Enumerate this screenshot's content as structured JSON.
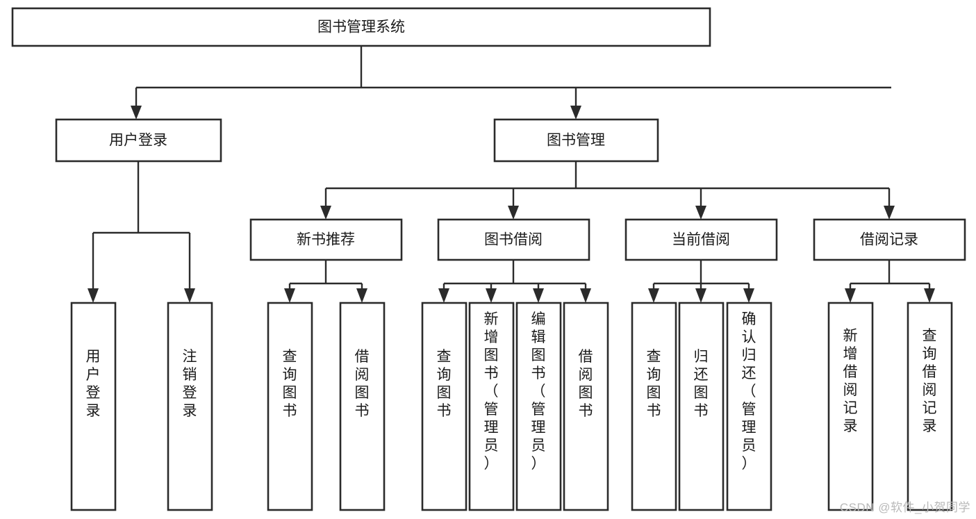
{
  "diagram": {
    "title": "图书管理系统",
    "type": "functional-structure-tree",
    "root": {
      "id": "root",
      "label": "图书管理系统"
    },
    "level2": [
      {
        "id": "user-login",
        "label": "用户登录"
      },
      {
        "id": "book-manage",
        "label": "图书管理"
      }
    ],
    "level3": [
      {
        "id": "new-book-recommend",
        "label": "新书推荐",
        "parent": "book-manage"
      },
      {
        "id": "book-borrow",
        "label": "图书借阅",
        "parent": "book-manage"
      },
      {
        "id": "current-borrow",
        "label": "当前借阅",
        "parent": "book-manage"
      },
      {
        "id": "borrow-record",
        "label": "借阅记录",
        "parent": "book-manage"
      }
    ],
    "leaves": [
      {
        "id": "leaf-user-login",
        "label": "用户登录",
        "parent": "user-login"
      },
      {
        "id": "leaf-user-logout",
        "label": "注销登录",
        "parent": "user-login"
      },
      {
        "id": "leaf-query-book-1",
        "label": "查询图书",
        "parent": "new-book-recommend"
      },
      {
        "id": "leaf-borrow-book-1",
        "label": "借阅图书",
        "parent": "new-book-recommend"
      },
      {
        "id": "leaf-query-book-2",
        "label": "查询图书",
        "parent": "book-borrow"
      },
      {
        "id": "leaf-add-book",
        "label": "新增图书（管理员）",
        "parent": "book-borrow"
      },
      {
        "id": "leaf-edit-book",
        "label": "编辑图书（管理员）",
        "parent": "book-borrow"
      },
      {
        "id": "leaf-borrow-book-2",
        "label": "借阅图书",
        "parent": "book-borrow"
      },
      {
        "id": "leaf-query-book-3",
        "label": "查询图书",
        "parent": "current-borrow"
      },
      {
        "id": "leaf-return-book",
        "label": "归还图书",
        "parent": "current-borrow"
      },
      {
        "id": "leaf-confirm-return",
        "label": "确认归还（管理员）",
        "parent": "current-borrow"
      },
      {
        "id": "leaf-add-record",
        "label": "新增借阅记录",
        "parent": "borrow-record"
      },
      {
        "id": "leaf-query-record",
        "label": "查询借阅记录",
        "parent": "borrow-record"
      }
    ],
    "colors": {
      "box_fill": "#ffffff",
      "box_stroke": "#2b2b2b",
      "text": "#1a1a1a",
      "watermark": "#b9b9b9",
      "background": "#ffffff"
    }
  },
  "watermark": {
    "text": "CSDN @软件_小贺同学"
  }
}
